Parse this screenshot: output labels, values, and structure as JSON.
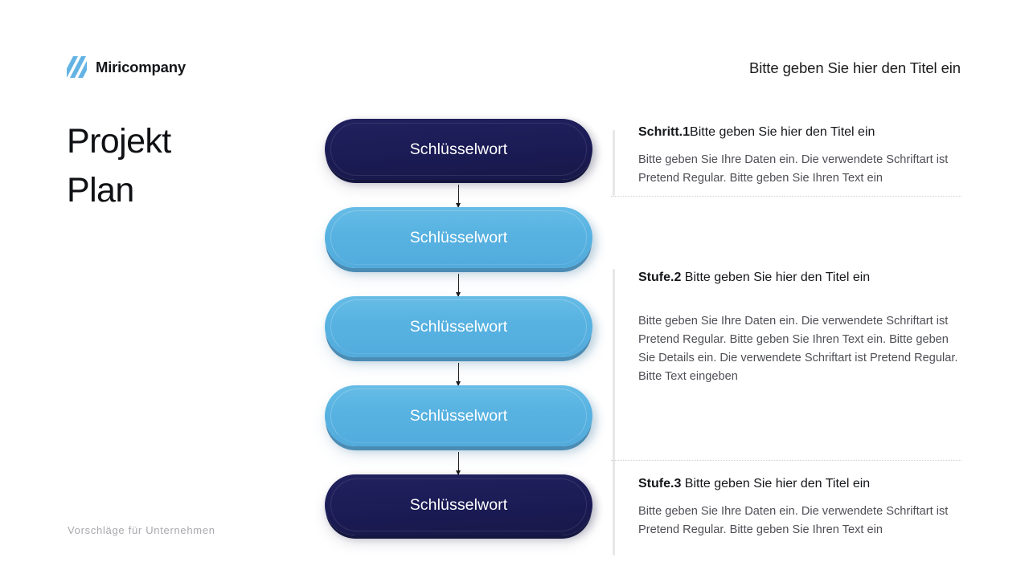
{
  "header": {
    "brand_name": "Miricompany",
    "brand_icon": "diagonal-stripes-logo",
    "deck_title": "Bitte geben Sie hier den Titel ein"
  },
  "left": {
    "heading_line1": "Projekt",
    "heading_line2": "Plan",
    "footer_note": "Vorschläge für Unternehmen"
  },
  "flow": {
    "nodes": [
      {
        "label": "Schlüsselwort",
        "variant": "navy"
      },
      {
        "label": "Schlüsselwort",
        "variant": "blue"
      },
      {
        "label": "Schlüsselwort",
        "variant": "blue"
      },
      {
        "label": "Schlüsselwort",
        "variant": "blue"
      },
      {
        "label": "Schlüsselwort",
        "variant": "navy"
      }
    ],
    "connector_icon": "arrow-down-icon"
  },
  "details": [
    {
      "step": "Schritt.1",
      "title": "Bitte geben Sie hier den Titel ein",
      "body": "Bitte geben Sie Ihre Daten ein. Die verwendete Schriftart ist Pretend Regular. Bitte geben Sie Ihren Text ein"
    },
    {
      "step": "Stufe.2",
      "title": " Bitte geben Sie hier den Titel ein",
      "body": "Bitte geben Sie Ihre Daten ein. Die verwendete Schriftart ist Pretend Regular. Bitte geben Sie Ihren Text ein. Bitte geben Sie Details ein. Die verwendete Schriftart ist Pretend Regular. Bitte Text eingeben"
    },
    {
      "step": "Stufe.3",
      "title": " Bitte geben Sie hier den Titel ein",
      "body": "Bitte geben Sie Ihre Daten ein. Die verwendete Schriftart ist Pretend Regular. Bitte geben Sie Ihren Text ein"
    }
  ],
  "colors": {
    "navy": "#1b1b55",
    "blue": "#57b2e1",
    "blue_edge": "#4a8cb4",
    "logo_blue": "#63b3e4",
    "text_dark": "#16171b",
    "text_muted": "#4e4f55",
    "rule": "#e7e7ea"
  }
}
